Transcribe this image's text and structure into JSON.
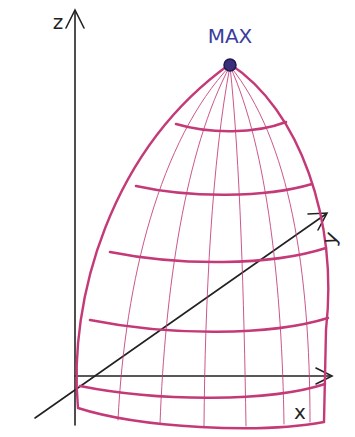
{
  "diagram": {
    "labels": [
      "MAX",
      "z",
      "y",
      "x"
    ]
  }
}
